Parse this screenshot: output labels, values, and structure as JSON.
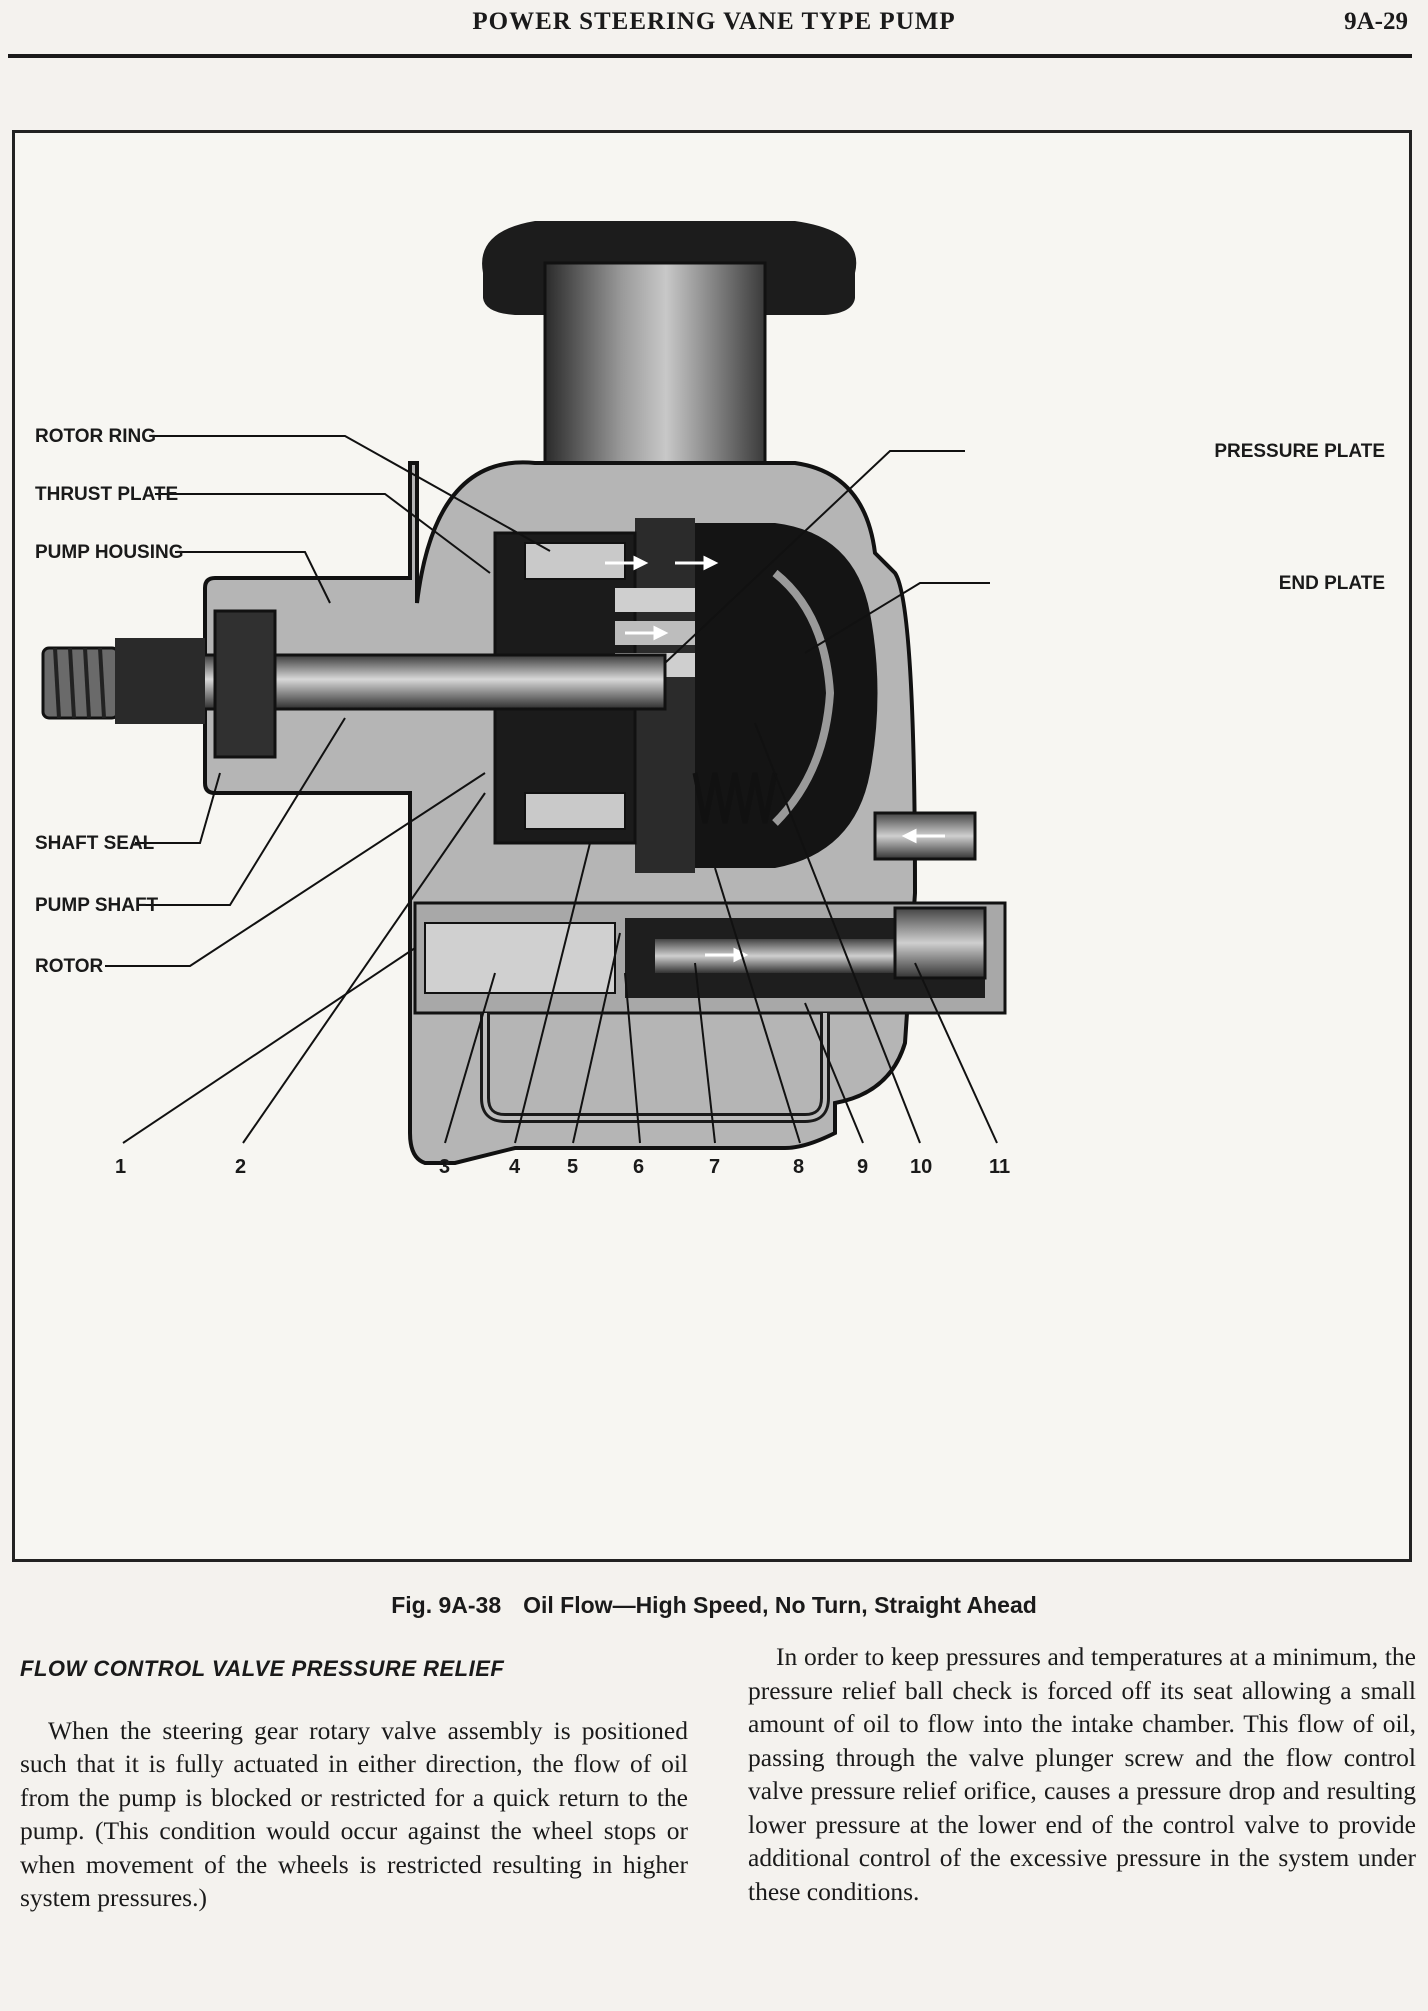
{
  "header": {
    "title": "POWER STEERING VANE TYPE PUMP",
    "page_number": "9A-29"
  },
  "figure": {
    "labels": {
      "rotor_ring": "ROTOR RING",
      "thrust_plate": "THRUST PLATE",
      "pump_housing": "PUMP HOUSING",
      "shaft_seal": "SHAFT SEAL",
      "pump_shaft": "PUMP SHAFT",
      "rotor": "ROTOR",
      "pressure_plate": "PRESSURE PLATE",
      "end_plate": "END PLATE"
    },
    "callout_numbers": [
      "1",
      "2",
      "3",
      "4",
      "5",
      "6",
      "7",
      "8",
      "9",
      "10",
      "11"
    ],
    "caption_number": "Fig. 9A-38",
    "caption_text": "Oil Flow—High Speed, No Turn, Straight Ahead"
  },
  "left_column": {
    "heading": "FLOW CONTROL VALVE PRESSURE RELIEF",
    "paragraph": "When the steering gear rotary valve assembly is positioned such that it is fully actuated in either direction, the flow of oil from the pump is blocked or restricted for a quick return to the pump. (This condition would occur against the wheel stops or when movement of the wheels is restricted resulting in higher system pressures.)"
  },
  "right_column": {
    "paragraph": "In order to keep pressures and temperatures at a minimum, the pressure relief ball check is forced off its seat allowing a small amount of oil to flow into the intake chamber. This flow of oil, passing through the valve plunger screw and the flow control valve pressure relief orifice, causes a pressure drop and resulting lower pressure at the lower end of the control valve to provide additional control of the excessive pressure in the system under these conditions."
  }
}
